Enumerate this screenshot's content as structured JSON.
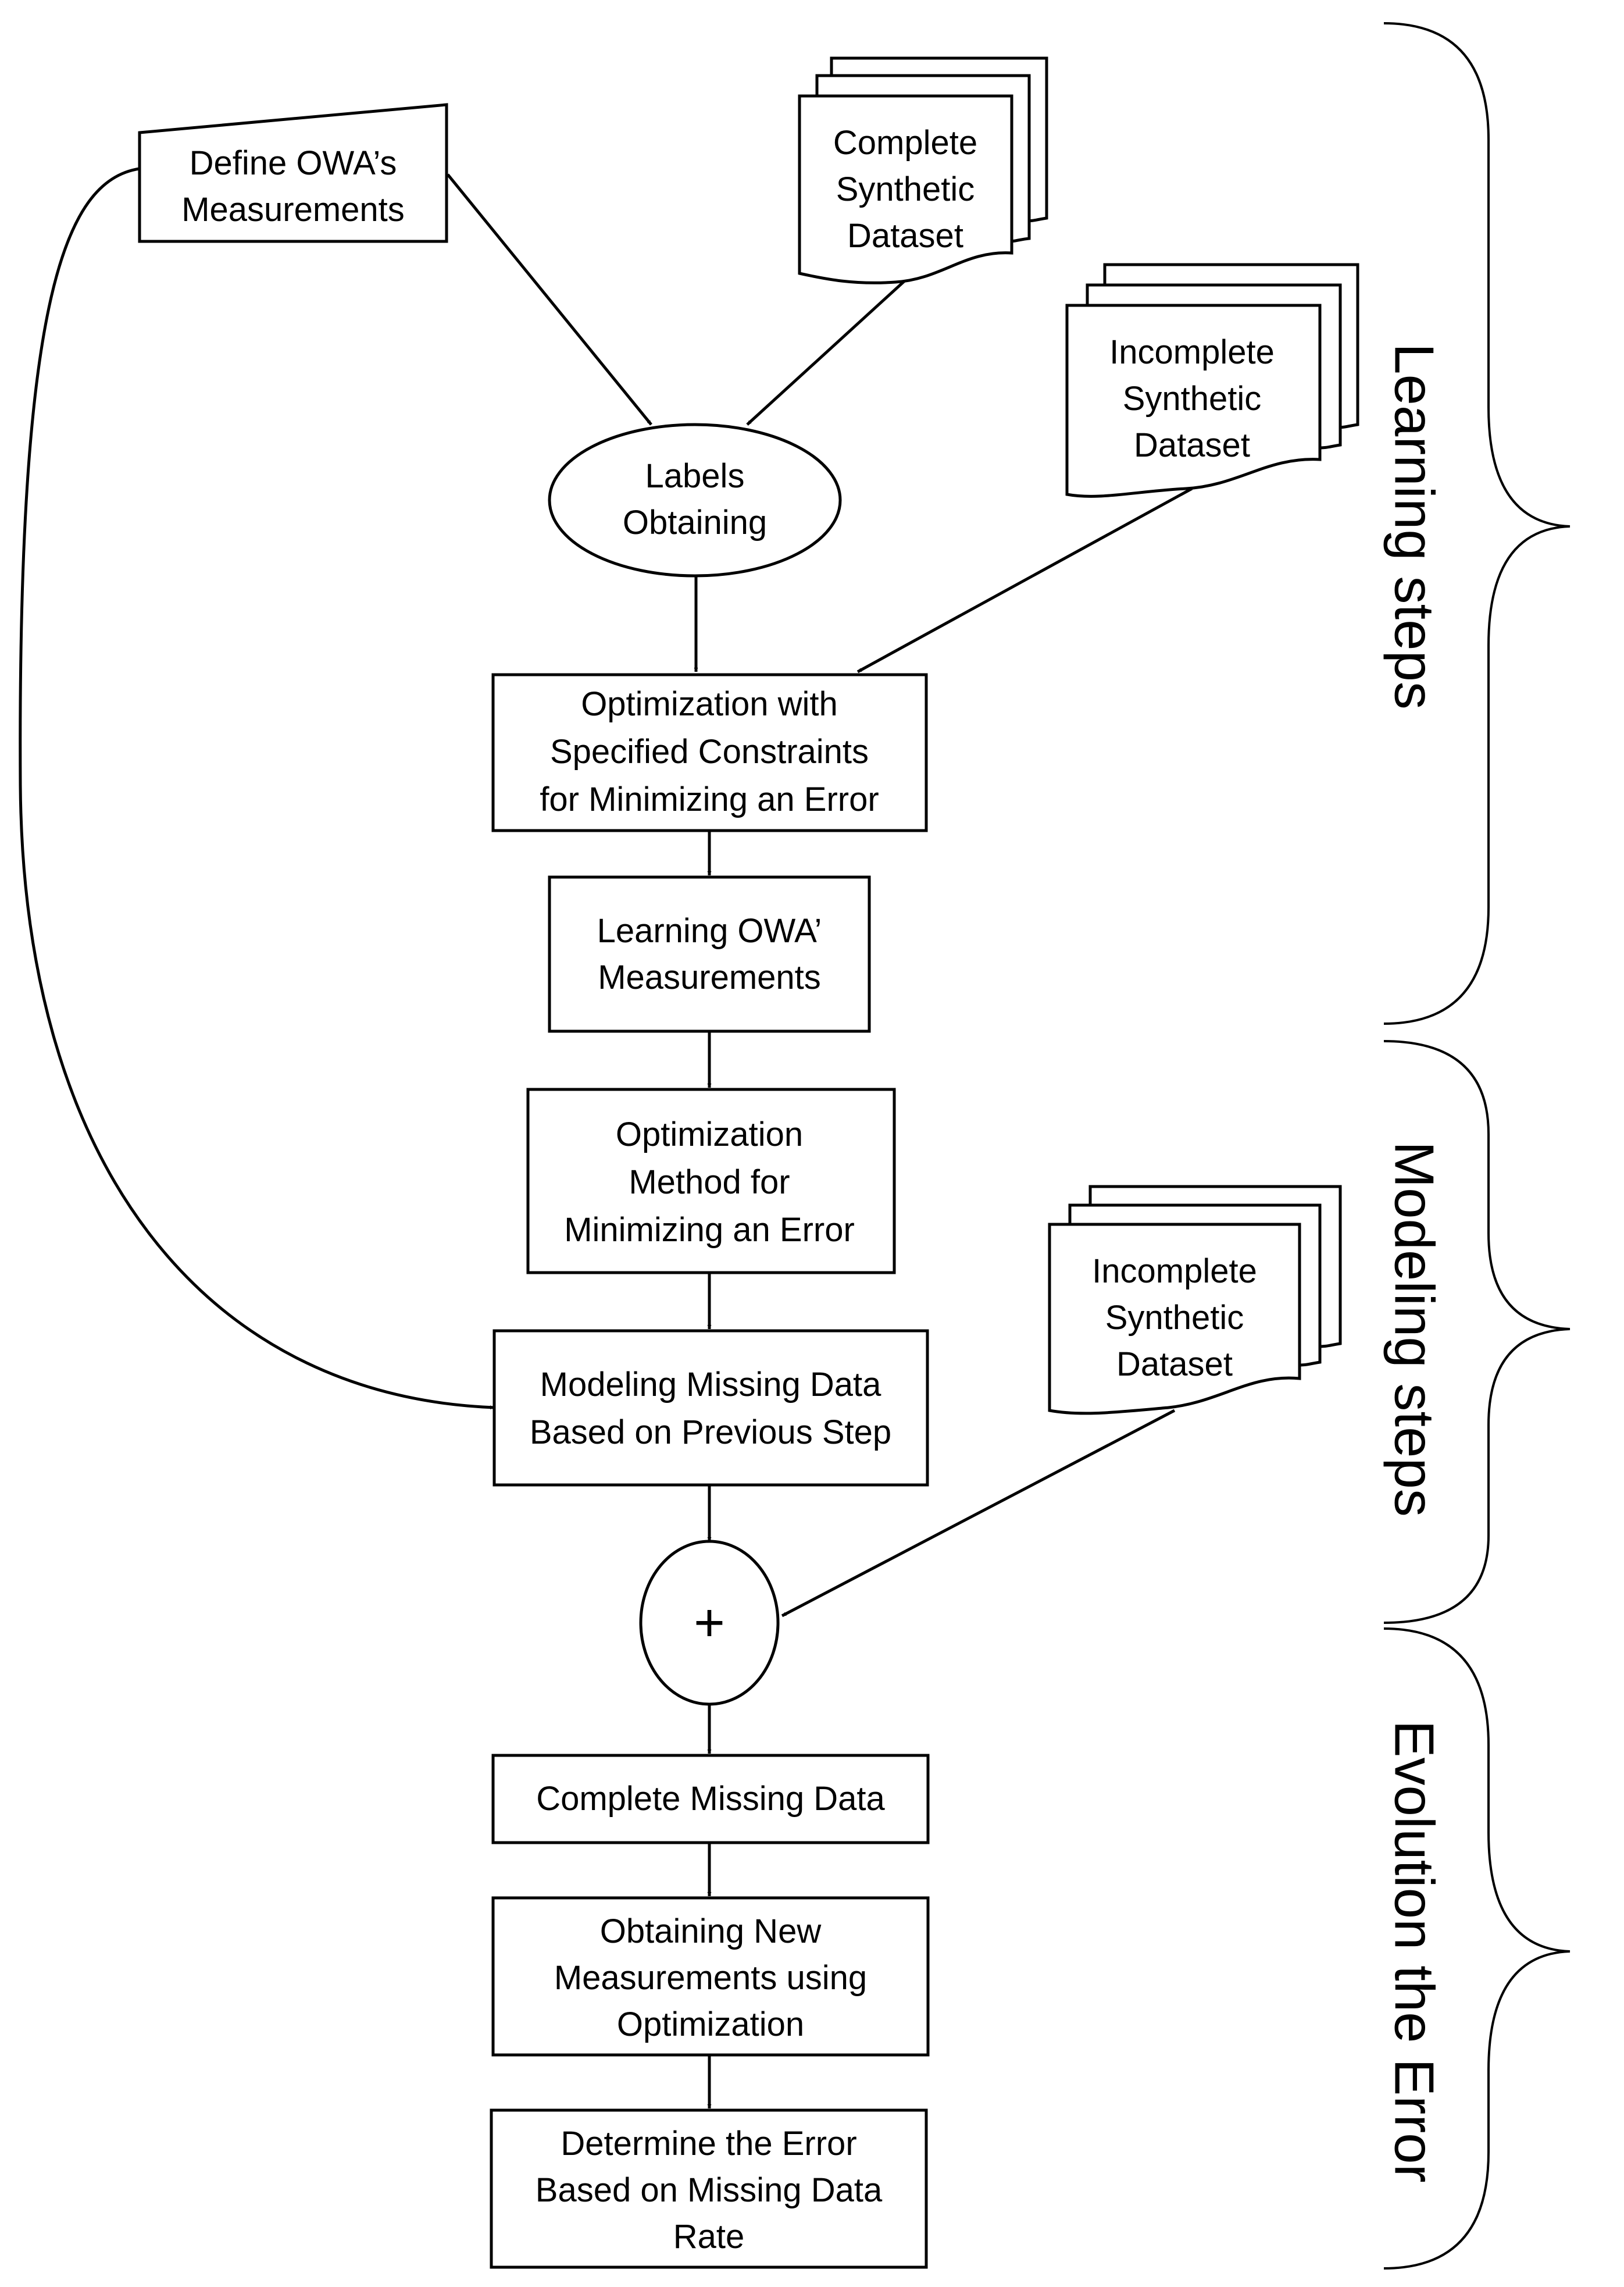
{
  "nodes": {
    "define_owa": [
      "Define OWA’s",
      "Measurements"
    ],
    "complete_synthetic": [
      "Complete",
      "Synthetic",
      "Dataset"
    ],
    "incomplete_synthetic_1": [
      "Incomplete",
      "Synthetic",
      "Dataset"
    ],
    "labels_obtaining": [
      "Labels",
      "Obtaining"
    ],
    "optimization_constraints": [
      "Optimization with",
      "Specified Constraints",
      "for Minimizing an Error"
    ],
    "learning_owa": [
      "Learning OWA’",
      "Measurements"
    ],
    "optimization_method": [
      "Optimization",
      "Method for",
      "Minimizing an Error"
    ],
    "modeling_missing": [
      "Modeling Missing Data",
      "Based on Previous Step"
    ],
    "incomplete_synthetic_2": [
      "Incomplete",
      "Synthetic",
      "Dataset"
    ],
    "plus": "+",
    "complete_missing": [
      "Complete Missing Data"
    ],
    "obtaining_new": [
      "Obtaining New",
      "Measurements using",
      "Optimization"
    ],
    "determine_error": [
      "Determine the Error",
      "Based on Missing Data",
      "Rate"
    ]
  },
  "phases": {
    "learning": "Learning steps",
    "modeling": "Modeling  steps",
    "evolution": "Evolution the Error"
  }
}
